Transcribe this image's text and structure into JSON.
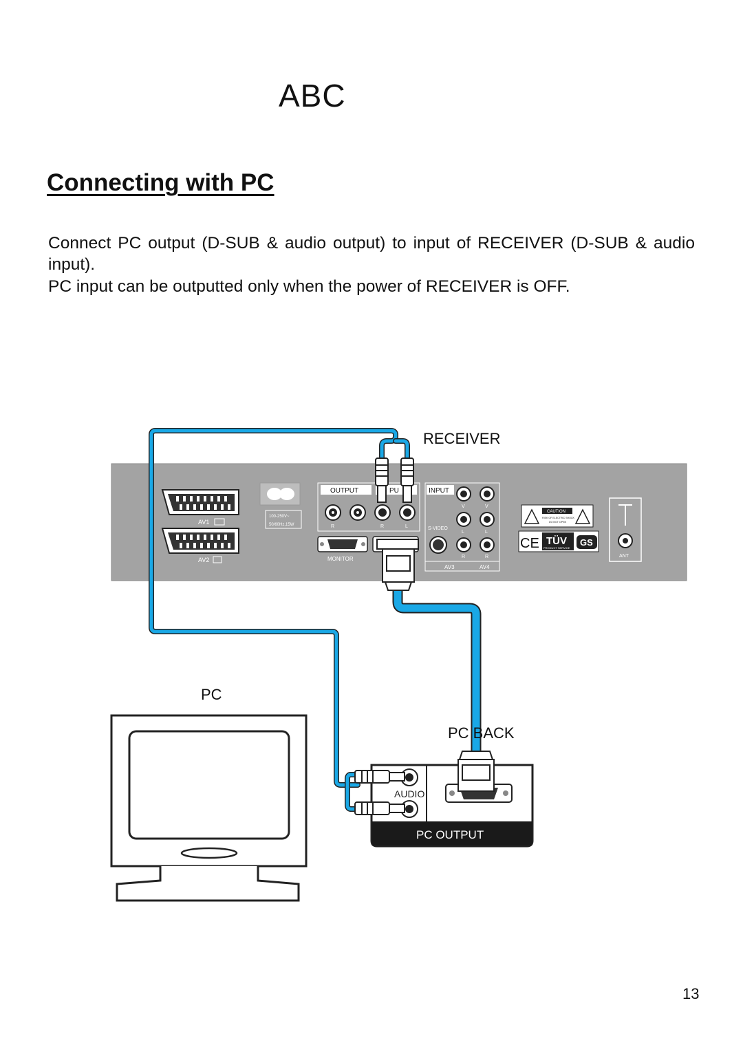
{
  "header": {
    "brand": "ABC"
  },
  "section": {
    "title": "Connecting with PC",
    "paragraph_1": "Connect PC output (D-SUB & audio output) to input of RECEIVER (D-SUB & audio input).",
    "paragraph_2": "PC input can be outputted only when the power of RECEIVER is OFF."
  },
  "diagram": {
    "receiver_label": "RECEIVER",
    "pc_label": "PC",
    "pc_back_label": "PC BACK",
    "receiver_panel": {
      "av1": "AV1",
      "av2": "AV2",
      "power_rating_1": "100-250V~",
      "power_rating_2": "50/60Hz,15W",
      "output": "OUTPUT",
      "input_partial": "PU",
      "input": "INPUT",
      "r": "R",
      "l": "L",
      "v": "V",
      "s_video": "S-VIDEO",
      "monitor": "MONITOR",
      "av3": "AV3",
      "av4": "AV4",
      "caution": "CAUTION",
      "caution_note_1": "RISK OF ELECTRIC SHOCK",
      "caution_note_2": "DO NOT OPEN",
      "ce": "CE",
      "tuv": "TÜV",
      "product_service": "PRODUCT SERVICE",
      "gs": "GS",
      "ant": "ANT"
    },
    "pc_back": {
      "audio": "AUDIO",
      "pc_output": "PC OUTPUT"
    }
  },
  "footer": {
    "page_number": "13"
  },
  "colors": {
    "cable": "#1aa8e6",
    "panel": "#a3a3a3",
    "label_bar": "#1a1a1a"
  }
}
